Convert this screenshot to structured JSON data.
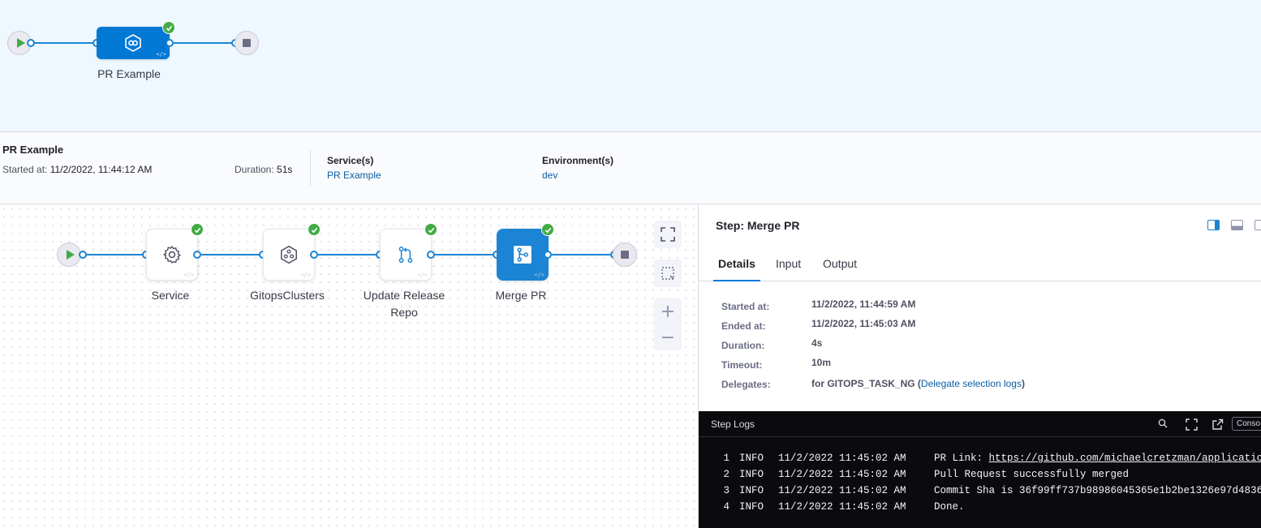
{
  "top_pipeline": {
    "stage_label": "PR Example",
    "stage_status": "success",
    "start_icon": "play-icon",
    "end_icon": "stop-icon",
    "stage_icon": "link-icon"
  },
  "execution_info": {
    "title": "PR Example",
    "started_label": "Started at:",
    "started_value": "11/2/2022, 11:44:12 AM",
    "duration_label": "Duration:",
    "duration_value": "51s",
    "services_label": "Service(s)",
    "services_value": "PR Example",
    "environments_label": "Environment(s)",
    "environments_value": "dev"
  },
  "graph": {
    "steps": [
      {
        "label": "Service",
        "icon": "gear-icon",
        "status": "success"
      },
      {
        "label": "GitopsClusters",
        "icon": "cluster-icon",
        "status": "success"
      },
      {
        "label": "Update Release Repo",
        "icon": "pull-request-icon",
        "status": "success"
      },
      {
        "label": "Merge PR",
        "icon": "merge-icon",
        "status": "success",
        "selected": true
      }
    ],
    "controls": [
      "fit-to-screen-icon",
      "select-area-icon",
      "zoom-in-icon",
      "zoom-out-icon"
    ]
  },
  "step_panel": {
    "title": "Step: Merge PR",
    "tabs": [
      "Details",
      "Input",
      "Output"
    ],
    "active_tab": "Details",
    "details": {
      "started_label": "Started at:",
      "started_value": "11/2/2022, 11:44:59 AM",
      "ended_label": "Ended at:",
      "ended_value": "11/2/2022, 11:45:03 AM",
      "duration_label": "Duration:",
      "duration_value": "4s",
      "timeout_label": "Timeout:",
      "timeout_value": "10m",
      "delegates_label": "Delegates:",
      "delegates_prefix": "for GITOPS_TASK_NG (",
      "delegates_link": "Delegate selection logs",
      "delegates_suffix": ")"
    },
    "logs": {
      "title": "Step Logs",
      "console_label": "Conso",
      "rows": [
        {
          "n": "1",
          "level": "INFO",
          "time": "11/2/2022 11:45:02 AM",
          "msg": "PR Link: ",
          "url": "https://github.com/michaelcretzman/applications"
        },
        {
          "n": "2",
          "level": "INFO",
          "time": "11/2/2022 11:45:02 AM",
          "msg": "Pull Request successfully merged",
          "url": ""
        },
        {
          "n": "3",
          "level": "INFO",
          "time": "11/2/2022 11:45:02 AM",
          "msg": "Commit Sha is 36f99ff737b98986045365e1b2be1326e97d4836",
          "url": ""
        },
        {
          "n": "4",
          "level": "INFO",
          "time": "11/2/2022 11:45:02 AM",
          "msg": "Done.",
          "url": ""
        }
      ]
    }
  },
  "colors": {
    "accent": "#0278d5",
    "success": "#42ab45",
    "link": "#0b5ea6",
    "log_bg": "#0b0b0d"
  }
}
